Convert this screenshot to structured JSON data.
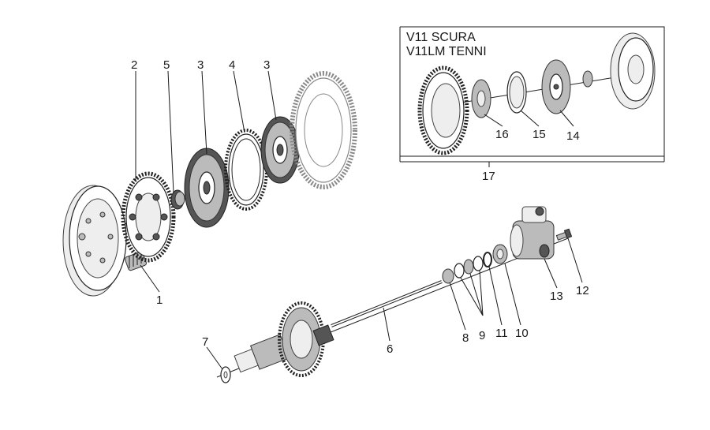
{
  "inset": {
    "title_line1": "V11 SCURA",
    "title_line2": "V11LM TENNI"
  },
  "callouts": {
    "n1": "1",
    "n2": "2",
    "n3a": "3",
    "n3b": "3",
    "n4": "4",
    "n5": "5",
    "n6": "6",
    "n7": "7",
    "n8": "8",
    "n9": "9",
    "n10": "10",
    "n11": "11",
    "n12": "12",
    "n13": "13",
    "n14": "14",
    "n15": "15",
    "n16": "16",
    "n17": "17"
  }
}
